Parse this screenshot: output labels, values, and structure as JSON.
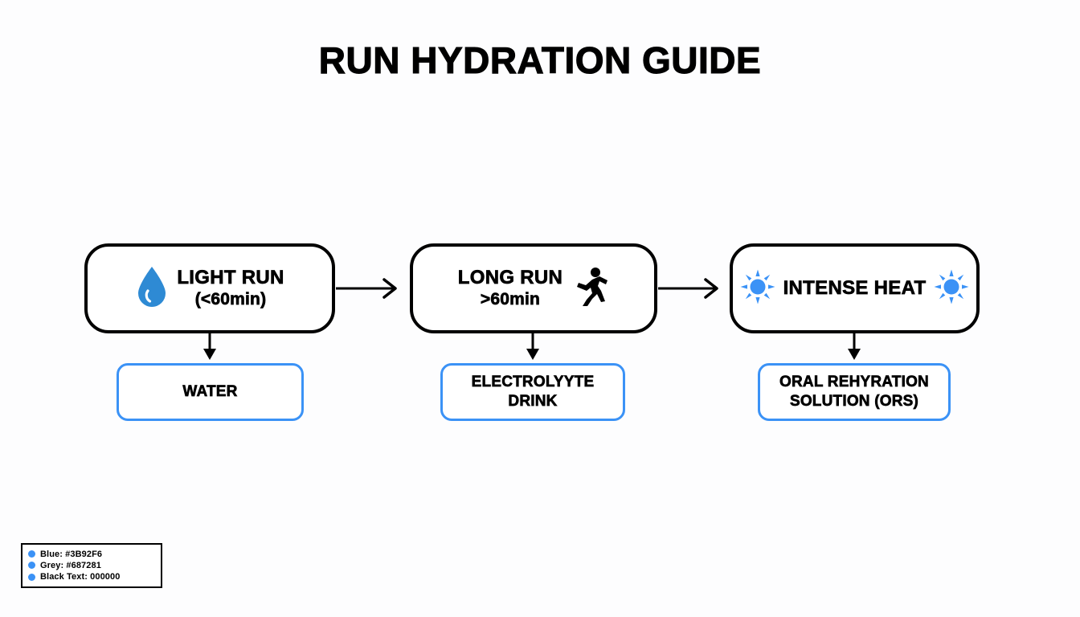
{
  "page": {
    "title": "RUN HYDRATION GUIDE",
    "background_color": "#FDFDFE"
  },
  "colors": {
    "blue": "#3B92F6",
    "grey": "#687281",
    "black_text": "#000000"
  },
  "flow": {
    "stages": [
      {
        "id": "light-run",
        "line1": "LIGHT RUN",
        "line2": "(<60min)",
        "icon_left": "water-droplet-icon",
        "icon_right": "",
        "recommendation": {
          "id": "water",
          "line1": "WATER",
          "line2": ""
        }
      },
      {
        "id": "long-run",
        "line1": "LONG RUN",
        "line2": ">60min",
        "icon_left": "",
        "icon_right": "running-person-icon",
        "recommendation": {
          "id": "electrolyte-drink",
          "line1": "ELECTROLYYTE",
          "line2": "DRINK"
        }
      },
      {
        "id": "intense-heat",
        "line1": "INTENSE HEAT",
        "line2": "",
        "icon_left": "sun-icon",
        "icon_right": "sun-icon",
        "recommendation": {
          "id": "oral-rehydration-solution",
          "line1": "ORAL REHYRATION",
          "line2": "SOLUTION (ORS)"
        }
      }
    ],
    "connector_arrows": [
      {
        "id": "arrow-stage1-to-stage2",
        "direction": "right"
      },
      {
        "id": "arrow-stage2-to-stage3",
        "direction": "right"
      },
      {
        "id": "arrow-stage1-to-water",
        "direction": "down"
      },
      {
        "id": "arrow-stage2-to-electrolyte",
        "direction": "down"
      },
      {
        "id": "arrow-stage3-to-ors",
        "direction": "down"
      }
    ]
  },
  "legend": {
    "items": [
      {
        "label": "Blue: #3B92F6"
      },
      {
        "label": "Grey: #687281"
      },
      {
        "label": "Black Text: 000000"
      }
    ]
  }
}
